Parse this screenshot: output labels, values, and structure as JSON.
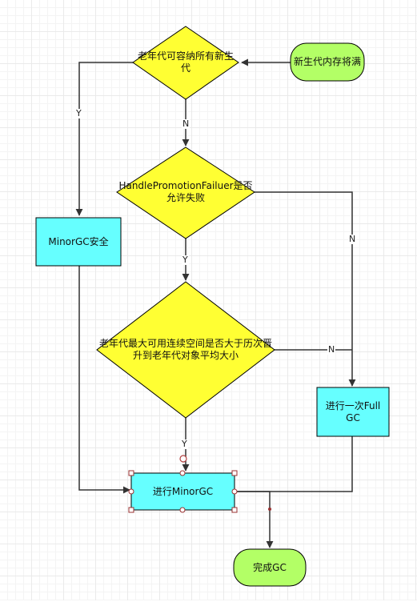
{
  "nodes": {
    "start": "新生代内存将满",
    "decision1": "老年代可容纳所有新生代",
    "decision2": "HandlePromotionFailuer是否允许失败",
    "decision3": "老年代最大可用连续空间是否大于历次晋升到老年代对象平均大小",
    "minor_safe": "MinorGC安全",
    "full_gc": "进行一次Full GC",
    "do_minor": "进行MinorGC",
    "done": "完成GC"
  },
  "edges": {
    "d1_yes": "Y",
    "d1_no": "N",
    "d2_yes": "Y",
    "d2_no": "N",
    "d3_yes": "Y",
    "d3_no": "N"
  },
  "colors": {
    "decision_fill": "#ffff33",
    "process_fill": "#66ffff",
    "terminal_fill": "#b3ff66",
    "stroke": "#000000",
    "connector": "#333333"
  }
}
